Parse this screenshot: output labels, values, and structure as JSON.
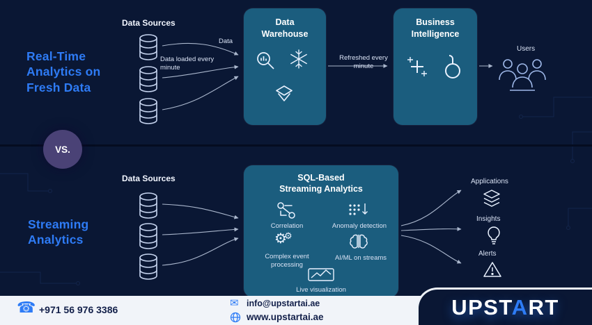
{
  "theme": {
    "background": "#0a1734",
    "box_color": "#1b5d7e",
    "accent_blue": "#2e7bf5",
    "text_light": "#d9e2f4",
    "footer_background": "#f1f4f9",
    "vs_circle_color": "#4a4276"
  },
  "top_flow": {
    "title": "Real-Time Analytics on Fresh Data",
    "data_sources_label": "Data Sources",
    "data_arrow_label": "Data",
    "load_note": "Data loaded every minute",
    "warehouse_title": "Data Warehouse",
    "refresh_note": "Refreshed every minute",
    "bi_title": "Business Intelligence",
    "users_label": "Users"
  },
  "vs_label": "VS.",
  "bottom_flow": {
    "title": "Streaming Analytics",
    "data_sources_label": "Data Sources",
    "box_title_line1": "SQL-Based",
    "box_title_line2": "Streaming Analytics",
    "items": [
      {
        "label": "Correlation",
        "icon": "correlation-icon"
      },
      {
        "label": "Anomaly detection",
        "icon": "anomaly-detection-icon"
      },
      {
        "label": "Complex event processing",
        "icon": "gears-icon"
      },
      {
        "label": "AI/ML on streams",
        "icon": "brain-icon"
      },
      {
        "label": "Live visualization",
        "icon": "line-chart-icon"
      }
    ],
    "outputs": [
      {
        "label": "Applications",
        "icon": "layers-icon"
      },
      {
        "label": "Insights",
        "icon": "lightbulb-icon"
      },
      {
        "label": "Alerts",
        "icon": "warning-icon"
      }
    ]
  },
  "footer": {
    "phone": "+971 56 976 3386",
    "email": "info@upstartai.ae",
    "website": "www.upstartai.ae",
    "brand_prefix": "UPST",
    "brand_accent": "A",
    "brand_suffix": "RT"
  },
  "glyphs": {
    "gear": "⚙",
    "phone": "☎",
    "email": "✉"
  }
}
